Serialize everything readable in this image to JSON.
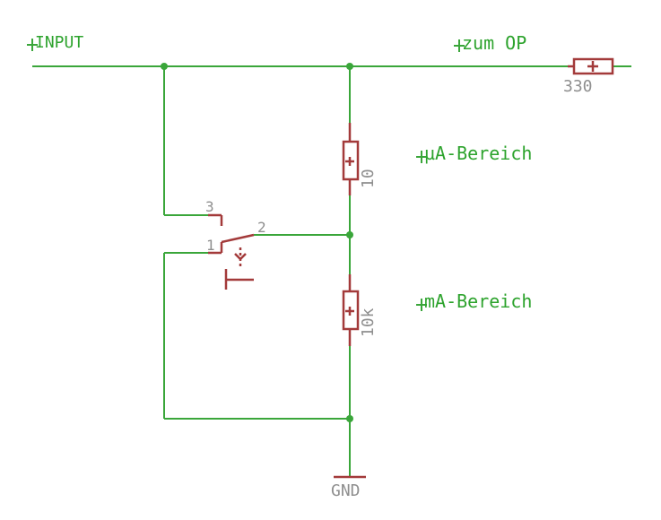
{
  "schematic": {
    "labels": {
      "input": "INPUT",
      "zum_op": "zum OP",
      "ua_bereich": "µA-Bereich",
      "ma_bereich": "mA-Bereich",
      "gnd": "GND"
    },
    "resistors": {
      "r_out_value": "330",
      "r_upper_value": "10",
      "r_lower_value": "10k"
    },
    "switch_pins": {
      "pin1": "1",
      "pin2": "2",
      "pin3": "3"
    }
  },
  "colors": {
    "wire": "#3aa63a",
    "part": "#a33a3a",
    "label_green": "#2da32d",
    "value_gray": "#8f8f8f"
  }
}
